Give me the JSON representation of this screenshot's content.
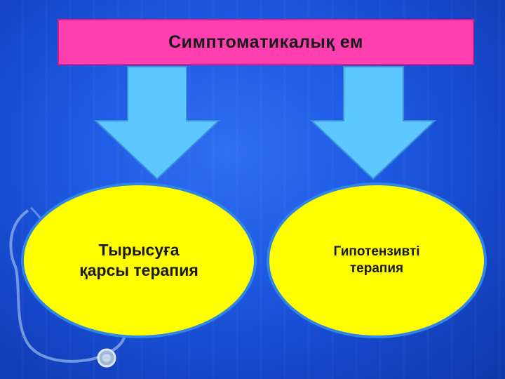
{
  "title": "Симптоматикалық ем",
  "nodes": [
    {
      "lines": [
        "Тырысуға",
        "қарсы терапия"
      ]
    },
    {
      "lines": [
        "Гипотензивті",
        "терапия"
      ]
    }
  ],
  "colors": {
    "background": "#1f5ce6",
    "title_fill": "#ff3fb0",
    "arrow_fill": "#5cc8ff",
    "node_fill": "#ffff00",
    "node_border": "#2f85e6"
  },
  "decoration": "stethoscope-icon"
}
